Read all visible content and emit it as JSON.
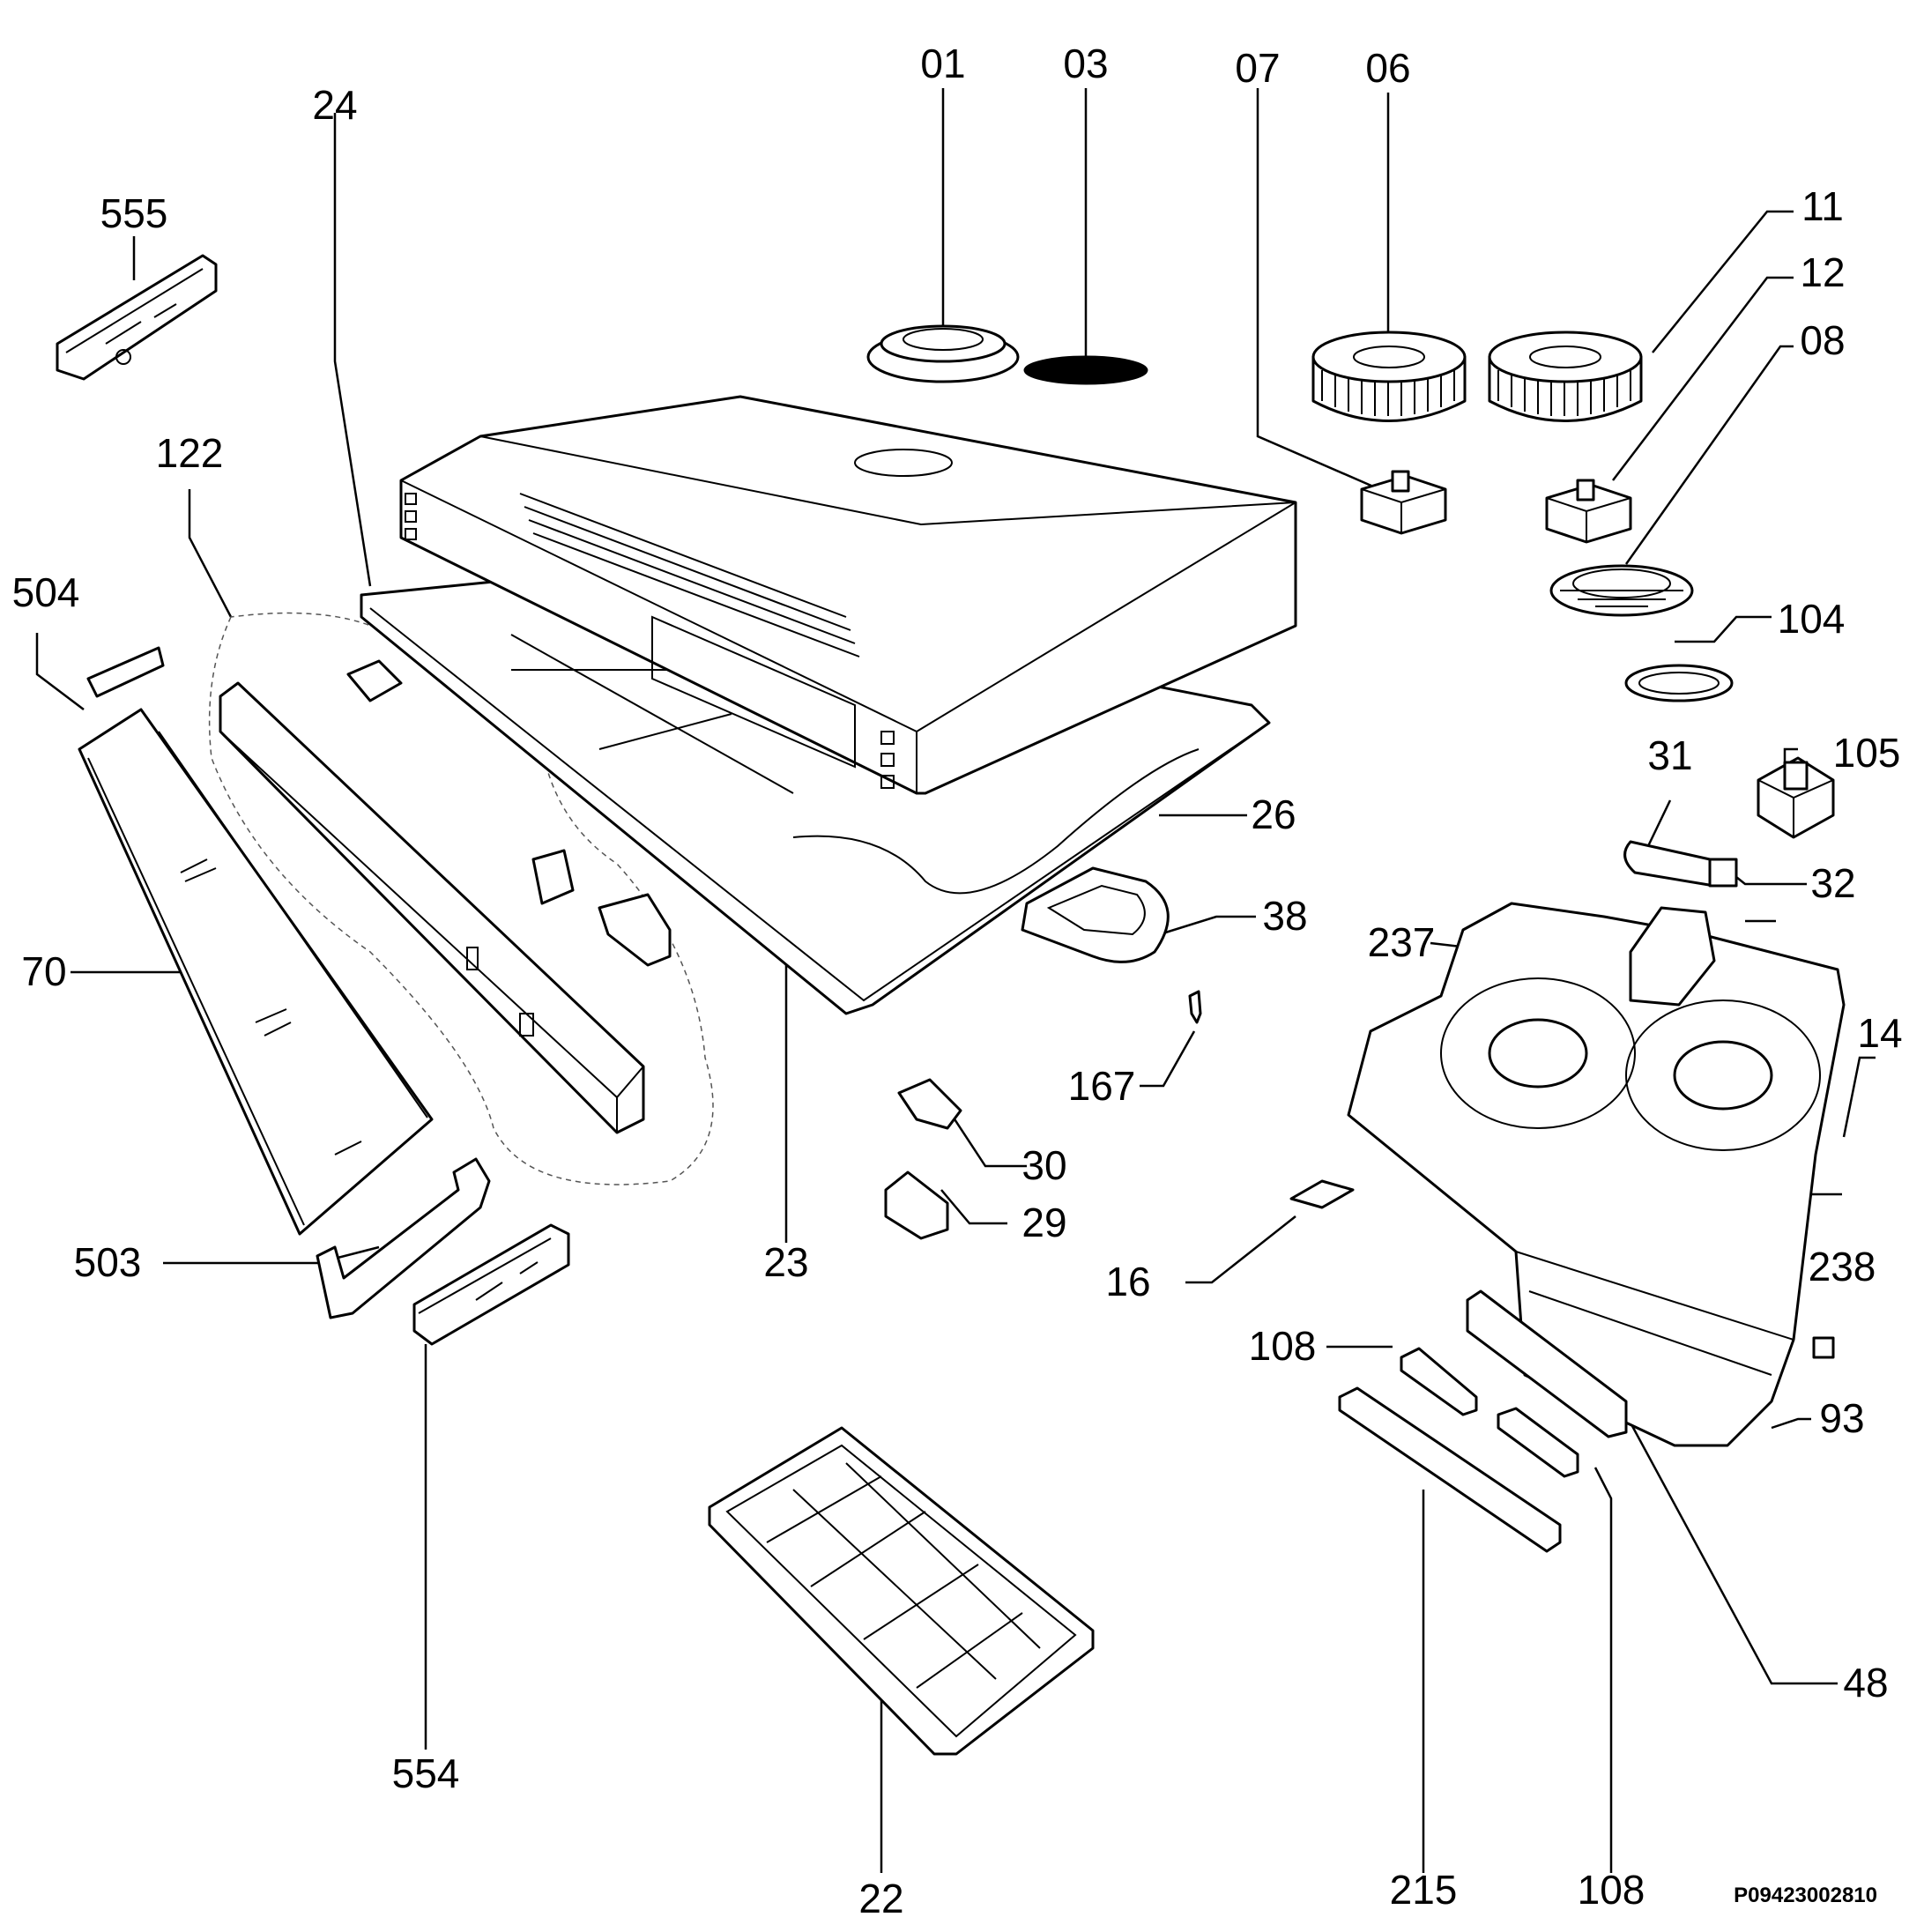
{
  "diagram": {
    "code": "P09423002810",
    "labels": {
      "l01": "01",
      "l03": "03",
      "l07": "07",
      "l06": "06",
      "l24": "24",
      "l555": "555",
      "l11": "11",
      "l12": "12",
      "l08": "08",
      "l122": "122",
      "l504": "504",
      "l104": "104",
      "l105": "105",
      "l31": "31",
      "l26": "26",
      "l32": "32",
      "l38": "38",
      "l237": "237",
      "l70": "70",
      "l14": "14",
      "l167": "167",
      "l30": "30",
      "l29": "29",
      "l238": "238",
      "l503": "503",
      "l23": "23",
      "l16": "16",
      "l108a": "108",
      "l93": "93",
      "l48": "48",
      "l554": "554",
      "l22": "22",
      "l215": "215",
      "l108b": "108"
    }
  }
}
